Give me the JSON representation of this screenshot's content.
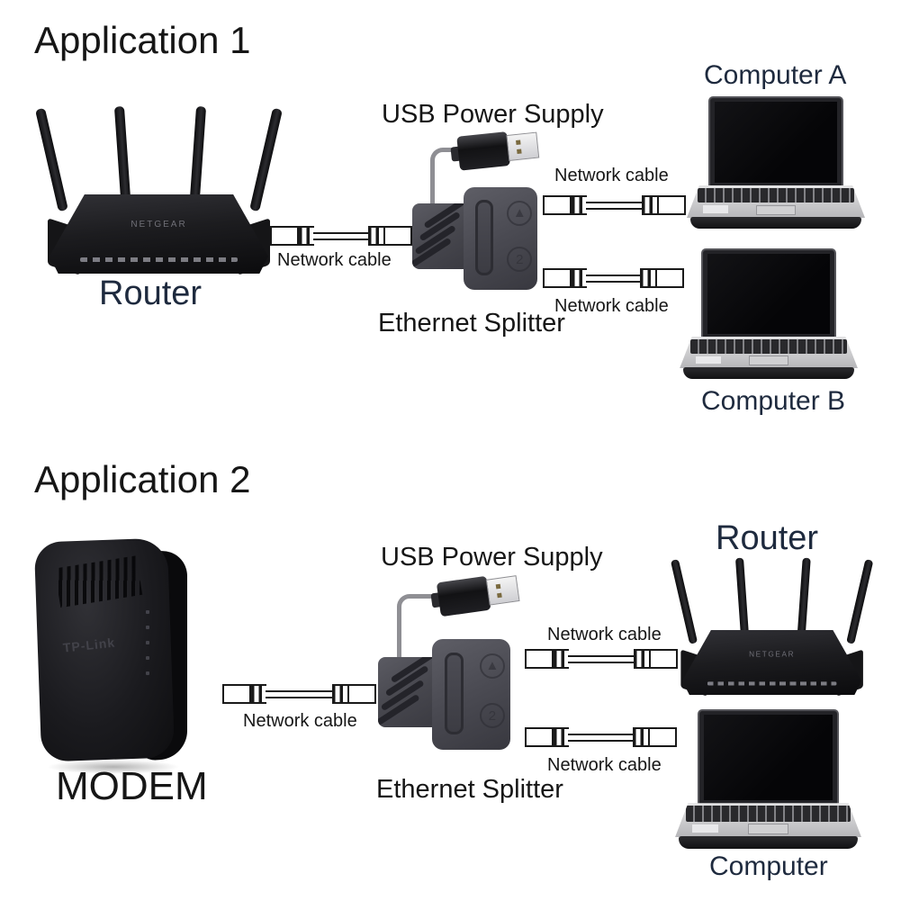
{
  "sections": {
    "app1": {
      "title": "Application 1",
      "devices": {
        "router": {
          "label": "Router",
          "brand": "NETGEAR"
        },
        "usb": {
          "label": "USB Power Supply"
        },
        "splitter": {
          "label": "Ethernet Splitter",
          "port1_mark": "▲",
          "port2_mark": "2"
        },
        "computer_a": {
          "label": "Computer A"
        },
        "computer_b": {
          "label": "Computer B"
        }
      },
      "cables": {
        "router_to_splitter": "Network cable",
        "splitter_to_computer_a": "Network cable",
        "splitter_to_computer_b": "Network cable"
      }
    },
    "app2": {
      "title": "Application 2",
      "devices": {
        "modem": {
          "label": "MODEM",
          "brand": "TP-Link"
        },
        "usb": {
          "label": "USB Power Supply"
        },
        "splitter": {
          "label": "Ethernet Splitter",
          "port1_mark": "▲",
          "port2_mark": "2"
        },
        "router": {
          "label": "Router",
          "brand": "NETGEAR"
        },
        "computer": {
          "label": "Computer"
        }
      },
      "cables": {
        "modem_to_splitter": "Network cable",
        "splitter_to_router": "Network cable",
        "splitter_to_computer": "Network cable"
      }
    }
  },
  "colors": {
    "text_black": "#161616",
    "text_navy": "#1e2a3e",
    "cable_outline": "#1a1a1a",
    "splitter_body": "#4a4a52",
    "device_black": "#1b1b1e"
  }
}
